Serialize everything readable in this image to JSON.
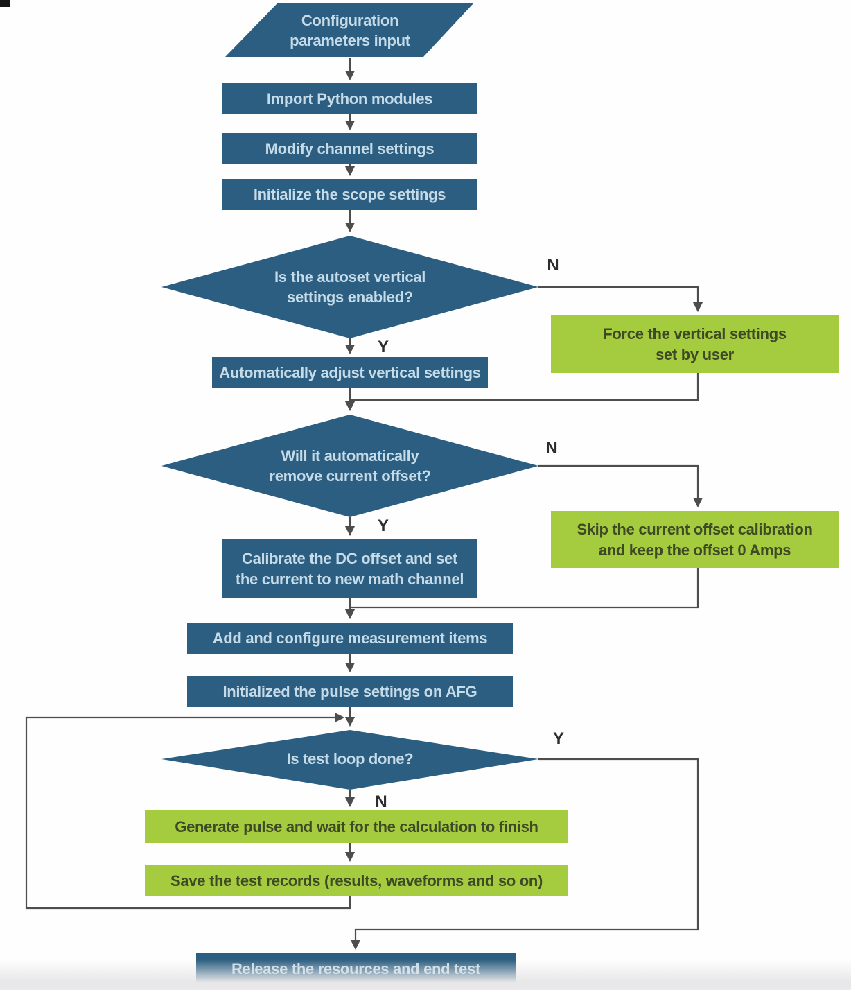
{
  "palette": {
    "node_blue": "#2b5e81",
    "node_green": "#a5cb3e",
    "text_on_blue": "#c6dbe8",
    "text_on_green": "#3e4a26",
    "connector_gray": "#4d4d4d",
    "label_dark": "#2d2d2d"
  },
  "nodes": {
    "start": {
      "type": "input",
      "lines": [
        "Configuration",
        "parameters input"
      ]
    },
    "import_modules": {
      "type": "process",
      "label": "Import Python modules"
    },
    "modify_channel": {
      "type": "process",
      "label": "Modify channel settings"
    },
    "init_scope": {
      "type": "process",
      "label": "Initialize the scope settings"
    },
    "autoset_decision": {
      "type": "decision",
      "lines": [
        "Is the autoset vertical",
        "settings enabled?"
      ]
    },
    "force_vertical": {
      "type": "process-alt",
      "lines": [
        "Force the vertical settings",
        "set by user"
      ]
    },
    "auto_adjust": {
      "type": "process",
      "label": "Automatically adjust vertical settings"
    },
    "offset_decision": {
      "type": "decision",
      "lines": [
        "Will it automatically",
        "remove current offset?"
      ]
    },
    "skip_offset": {
      "type": "process-alt",
      "lines": [
        "Skip the current offset calibration",
        "and keep the offset 0 Amps"
      ]
    },
    "calibrate_offset": {
      "type": "process",
      "lines": [
        "Calibrate the DC offset and set",
        "the current to new math channel"
      ]
    },
    "add_measurements": {
      "type": "process",
      "label": "Add and configure measurement items"
    },
    "init_pulse": {
      "type": "process",
      "label": "Initialized the pulse settings on AFG"
    },
    "loop_decision": {
      "type": "decision",
      "label": "Is test loop done?"
    },
    "generate_pulse": {
      "type": "process-alt",
      "label": "Generate pulse and wait for the calculation to finish"
    },
    "save_records": {
      "type": "process-alt",
      "label": "Save the test records (results, waveforms and so on)"
    },
    "release": {
      "type": "process",
      "label": "Release the resources and end test"
    }
  },
  "branch_labels": {
    "autoset_yes": "Y",
    "autoset_no": "N",
    "offset_yes": "Y",
    "offset_no": "N",
    "loop_yes": "Y",
    "loop_no": "N"
  }
}
